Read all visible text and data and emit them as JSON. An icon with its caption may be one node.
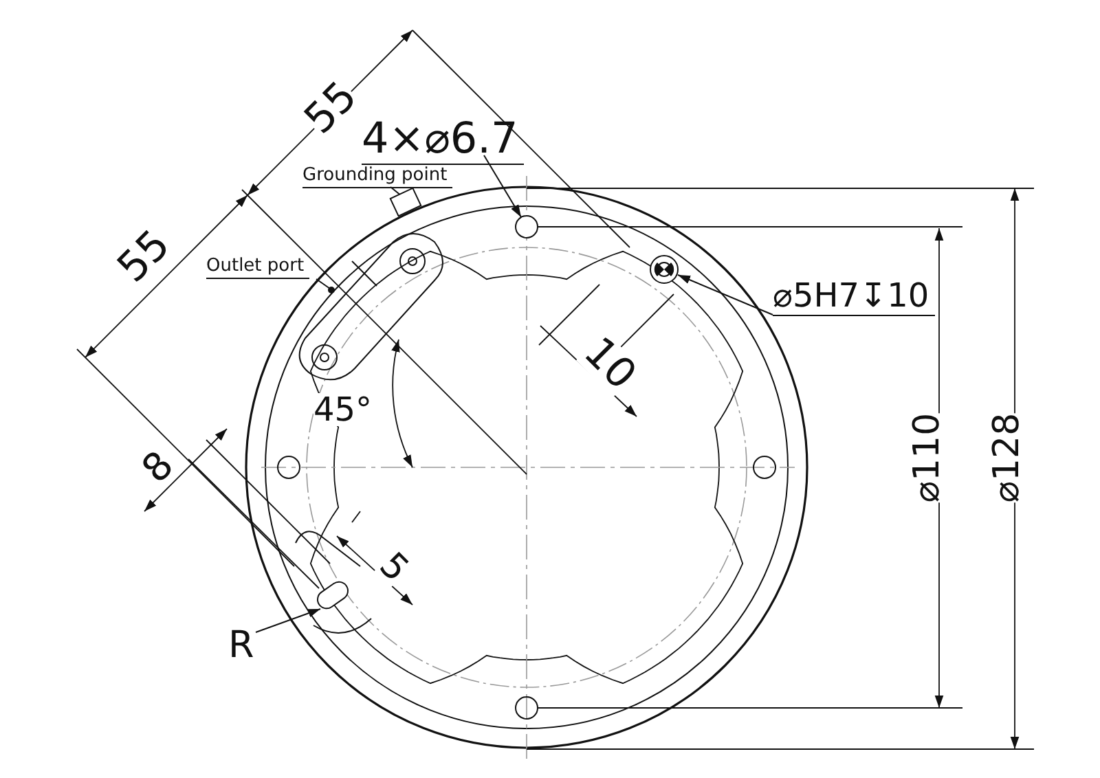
{
  "diagram": {
    "nodes": [
      {
        "text": [
          "4×⌀6.7"
        ]
      },
      {
        "text": [
          "Grounding point"
        ]
      },
      {
        "text": [
          "Outlet port"
        ]
      },
      {
        "text": [
          "⌀5H7↧10"
        ]
      },
      {
        "text": [
          "R"
        ]
      },
      {
        "text": [],
        "shape": "circle"
      },
      {
        "text": [],
        "shape": "box"
      },
      {
        "text": [],
        "shape": "circle"
      },
      {
        "text": [],
        "shape": "circle"
      },
      {
        "text": [],
        "shape": "slot"
      }
    ],
    "edges": [
      {
        "from": 0,
        "to": 5,
        "arrow": "to"
      },
      {
        "from": 1,
        "to": 6,
        "arrow": "none"
      },
      {
        "from": 2,
        "to": 7,
        "arrow": "none"
      },
      {
        "from": 3,
        "to": 8,
        "arrow": "to"
      },
      {
        "from": 4,
        "to": 9,
        "arrow": "to"
      }
    ],
    "labels": [
      "55",
      "55",
      "10",
      "45°",
      "8",
      "5",
      "⌀110",
      "⌀128"
    ]
  }
}
